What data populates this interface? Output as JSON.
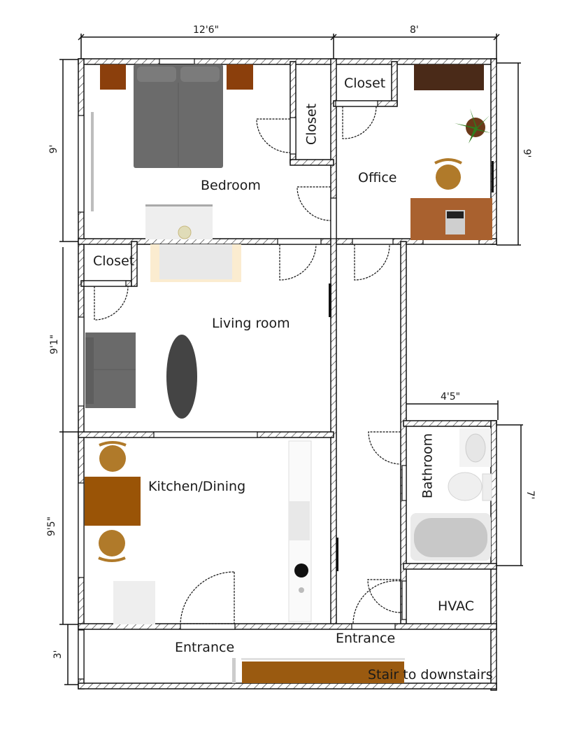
{
  "plan": {
    "rooms": {
      "bedroom": "Bedroom",
      "bedroom_closet": "Closet",
      "office": "Office",
      "office_closet": "Closet",
      "living_closet": "Closet",
      "living_room": "Living room",
      "kitchen": "Kitchen/Dining",
      "bathroom": "Bathroom",
      "hvac": "HVAC",
      "entrance_left": "Entrance",
      "entrance_right": "Entrance",
      "stair": "Stair to downstairs"
    },
    "dimensions": {
      "top_left_width": "12'6\"",
      "top_right_width": "8'",
      "left_bedroom_height": "9'",
      "left_living_height": "9'1\"",
      "left_kitchen_height": "9'5\"",
      "left_entrance_height": "3'",
      "right_office_height": "9'",
      "bathroom_width": "4'5\"",
      "right_bathroom_height": "7'"
    },
    "colors": {
      "wall": "#111111",
      "wood_dark": "#8b3f0c",
      "wood_brown": "#4a2a18",
      "desk": "#a9612f",
      "dining_table": "#9a5406",
      "chair": "#b07a2a",
      "bed": "#6b6b6b",
      "stair": "#9a5a10",
      "plant": "#2f7d1e",
      "sofa": "#6a6a6a",
      "table_oval": "#444444"
    }
  }
}
